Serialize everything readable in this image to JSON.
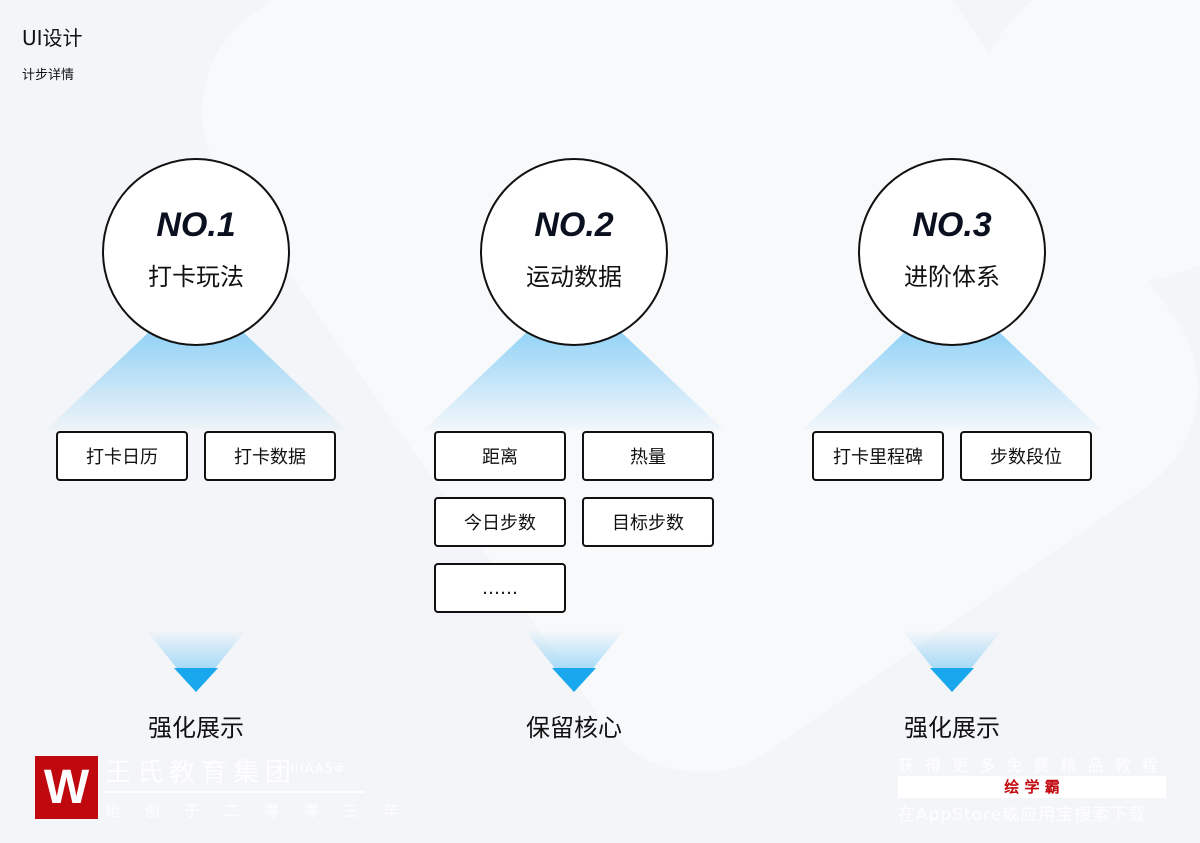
{
  "header": {
    "title": "UI设计",
    "subtitle": "计步详情"
  },
  "columns": [
    {
      "no": "NO.1",
      "name": "打卡玩法",
      "items": [
        "打卡日历",
        "打卡数据"
      ],
      "result": "强化展示"
    },
    {
      "no": "NO.2",
      "name": "运动数据",
      "items": [
        "距离",
        "热量",
        "今日步数",
        "目标步数",
        "……"
      ],
      "result": "保留核心"
    },
    {
      "no": "NO.3",
      "name": "进阶体系",
      "items": [
        "打卡里程碑",
        "步数段位"
      ],
      "result": "强化展示"
    }
  ],
  "watermark": {
    "org": "王氏教育集团",
    "org_small": "IIIAA5#",
    "since": "始 创 于 二 零 零 三 年",
    "promo": "获 得 更 多 免 费 精 品 教 程",
    "brand": "绘 学 霸",
    "download": "在AppStore或应用宝搜索下载"
  },
  "colors": {
    "accent": "#19a8ee",
    "brand": "#c0080f"
  }
}
